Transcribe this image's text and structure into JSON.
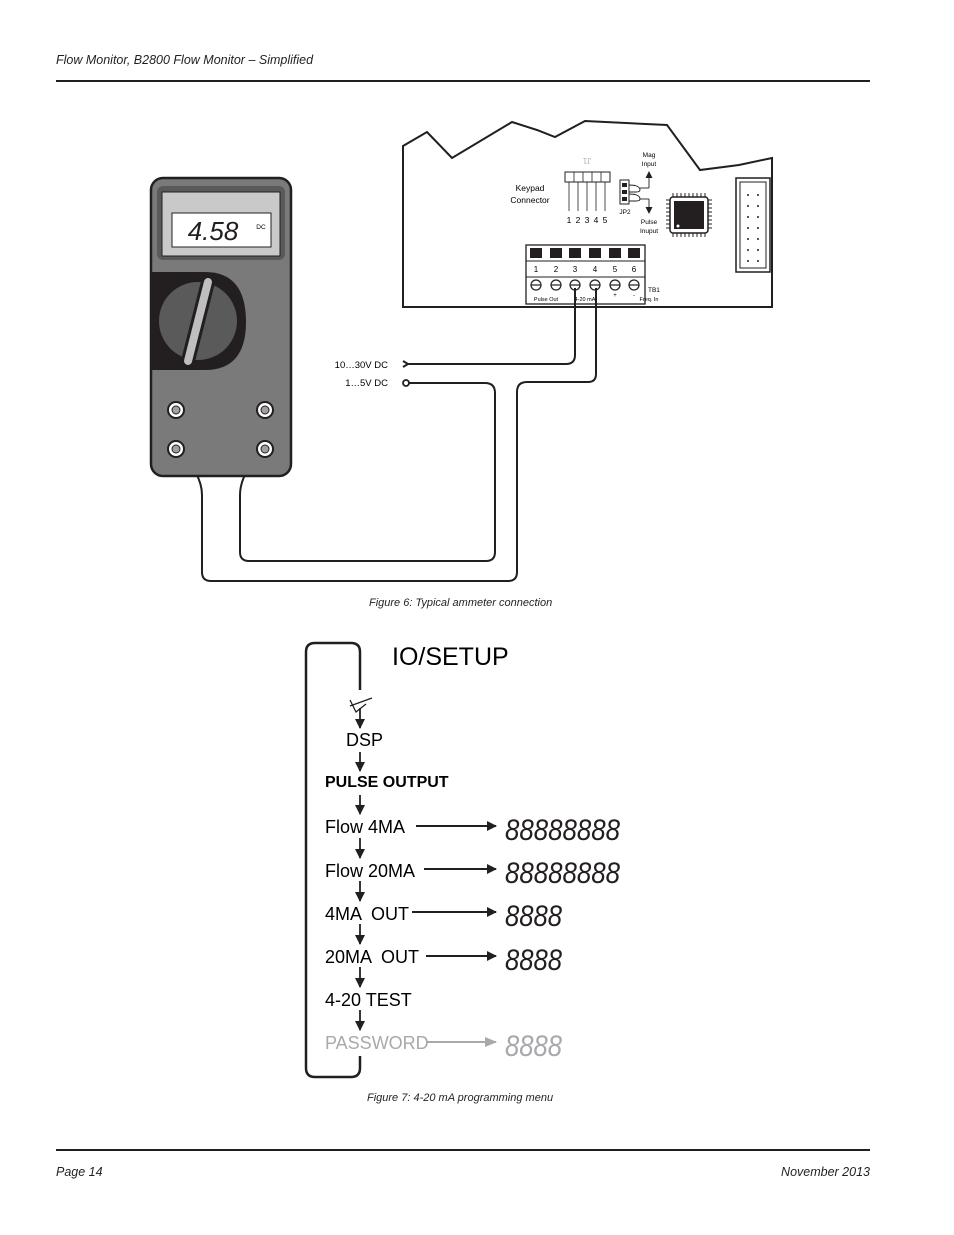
{
  "header": {
    "title": "Flow Monitor, B2800 Flow Monitor – Simplified"
  },
  "figure6": {
    "caption": "Figure 6:  Typical ammeter connection",
    "meter": {
      "reading": "4.58",
      "unit": "DC"
    },
    "board": {
      "keypad_label_1": "Keypad",
      "keypad_label_2": "Connector",
      "j1_label": "J1",
      "keypad_pins": [
        "1",
        "2",
        "3",
        "4",
        "5"
      ],
      "mag_label_1": "Mag",
      "mag_label_2": "Input",
      "jp2_label": "JP2",
      "pulse_label_1": "Pulse",
      "pulse_label_2": "Inuput",
      "terminal_numbers": [
        "1",
        "2",
        "3",
        "4",
        "5",
        "6"
      ],
      "tb1_label": "TB1",
      "terminal_labels": [
        "Pulse Out",
        "4-20 mA",
        "+",
        "-",
        "Freq. In"
      ]
    },
    "supply_high": "10…30V DC",
    "supply_low": "1…5V DC"
  },
  "figure7": {
    "caption": "Figure 7:  4-20 mA programming menu",
    "title": "IO/SETUP",
    "menu": [
      {
        "label": "DSP",
        "display": ""
      },
      {
        "label": "PULSE OUTPUT",
        "display": ""
      },
      {
        "label": "Flow 4MA",
        "display": "88888888"
      },
      {
        "label": "Flow 20MA",
        "display": "88888888"
      },
      {
        "label": "4MA  OUT",
        "display": "8888"
      },
      {
        "label": "20MA  OUT",
        "display": "8888"
      },
      {
        "label": "4-20 TEST",
        "display": ""
      },
      {
        "label": "PASSWORD",
        "display": "8888"
      }
    ]
  },
  "footer": {
    "page": "Page 14",
    "date": "November 2013"
  }
}
